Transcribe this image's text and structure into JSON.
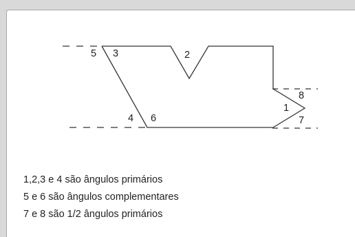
{
  "diagram": {
    "angle_labels": [
      "5",
      "3",
      "2",
      "4",
      "6",
      "1",
      "8",
      "7"
    ],
    "colors": {
      "stroke": "#333333",
      "text": "#222222",
      "background": "#ffffff",
      "frame": "#d9d9d9"
    }
  },
  "notes": [
    "1,2,3 e 4 são ângulos primários",
    "5 e 6 são ângulos complementares",
    "7 e 8 são 1/2 ângulos primários"
  ]
}
